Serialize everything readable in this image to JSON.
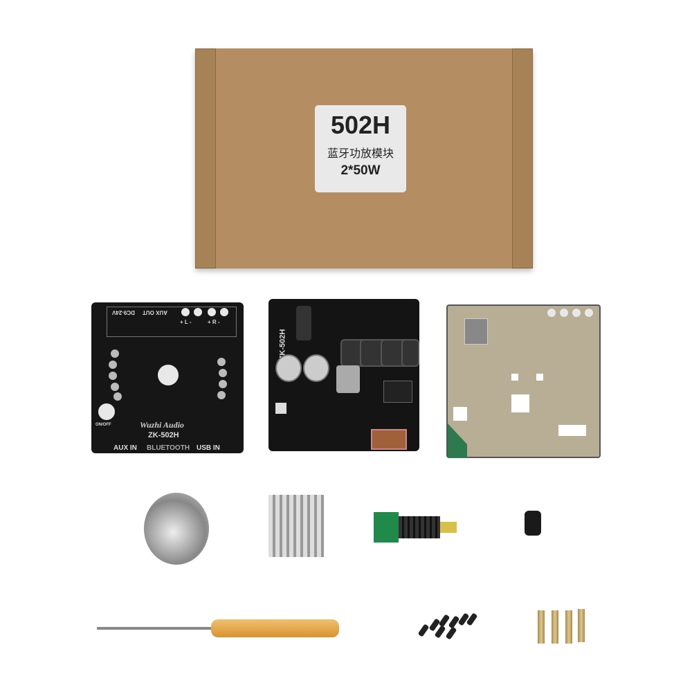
{
  "box_label": {
    "model": "502H",
    "description": "蓝牙功放模块",
    "power": "2*50W"
  },
  "front_panel": {
    "dc": "DC9-24V",
    "aux_out": "AUX OUT",
    "left": "+ L -",
    "right": "+ R -",
    "on_off": "ON/OFF",
    "brand": "Wuzhi Audio",
    "model": "ZK-502H",
    "aux_in": "AUX IN",
    "bluetooth": "BLUETOOTH",
    "usb_in": "USB IN"
  },
  "pcb": {
    "model": "ZK-502H"
  }
}
